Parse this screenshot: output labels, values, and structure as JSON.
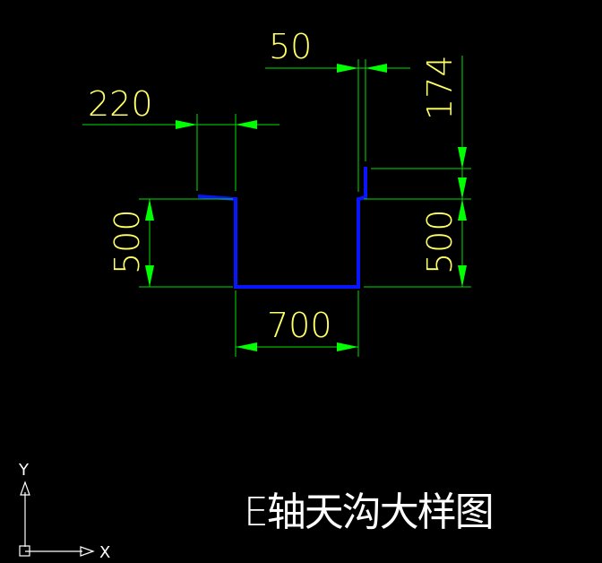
{
  "drawing": {
    "title": "E轴天沟大样图",
    "dimensions": {
      "top_offset": "50",
      "lip_height": "174",
      "flange_width": "220",
      "left_depth": "500",
      "right_depth": "500",
      "bottom_width": "700"
    },
    "ucs": {
      "x_label": "X",
      "y_label": "Y"
    },
    "colors": {
      "background": "#000000",
      "profile": "#0a14ff",
      "dimension_lines": "#00ff00",
      "dimension_text": "#ffff66",
      "title_text": "#ffffff"
    }
  }
}
